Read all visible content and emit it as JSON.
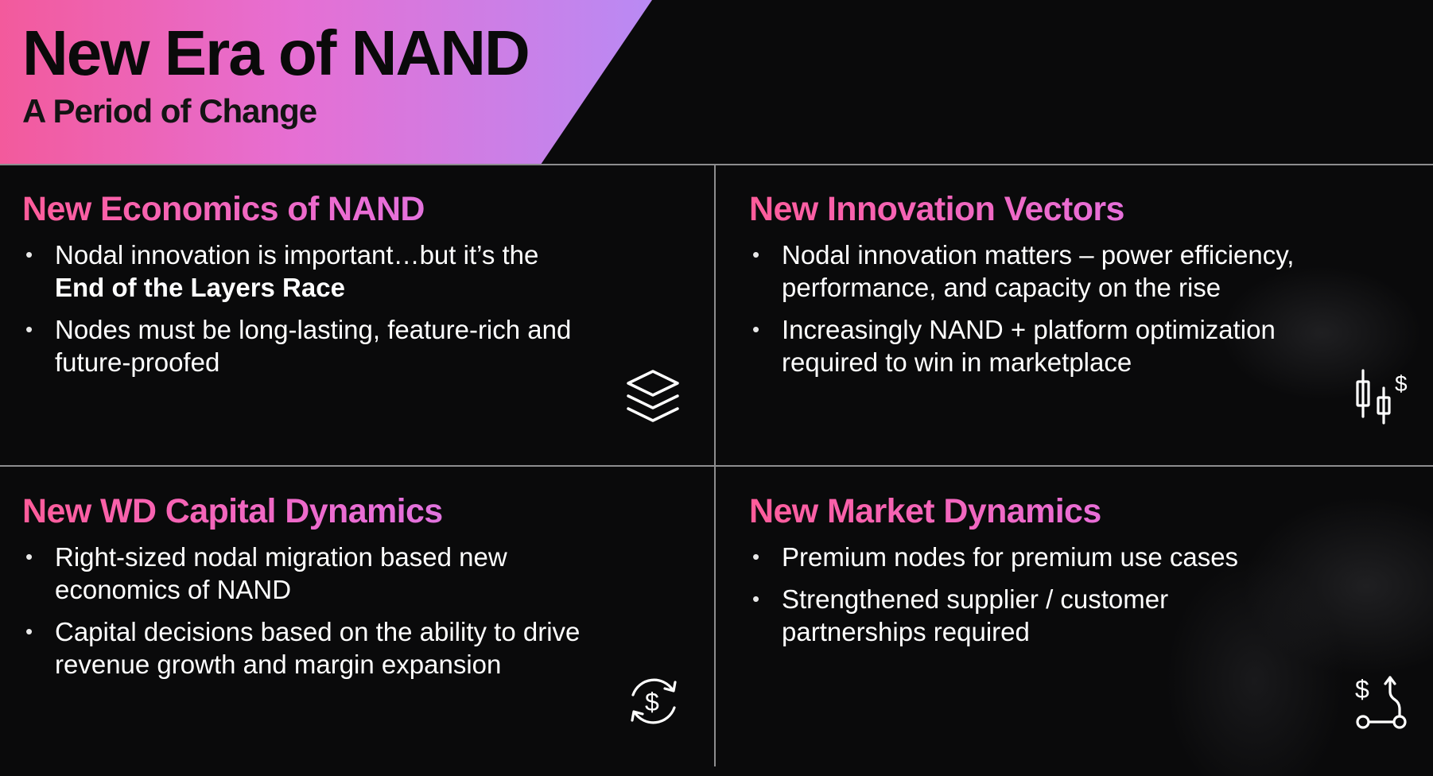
{
  "header": {
    "title": "New Era of NAND",
    "subtitle": "A Period of Change"
  },
  "quadrants": [
    {
      "heading": "New Economics of NAND",
      "bullets": [
        {
          "pre": "Nodal innovation is important…but it’s the",
          "bold": "End of the Layers Race"
        },
        {
          "text": "Nodes must be long-lasting, feature-rich and future-proofed"
        }
      ],
      "icon": "layers-icon"
    },
    {
      "heading": "New Innovation Vectors",
      "bullets": [
        {
          "text": "Nodal innovation matters – power efficiency, performance, and capacity on the rise"
        },
        {
          "text": "Increasingly NAND + platform optimization required to win in marketplace"
        }
      ],
      "icon": "candlestick-dollar-icon"
    },
    {
      "heading": "New WD Capital Dynamics",
      "bullets": [
        {
          "text": "Right-sized nodal migration based new economics of NAND"
        },
        {
          "text": "Capital decisions based on the ability to drive revenue growth and margin expansion"
        }
      ],
      "icon": "dollar-cycle-icon"
    },
    {
      "heading": "New Market Dynamics",
      "bullets": [
        {
          "text": "Premium nodes for premium use cases"
        },
        {
          "text": "Strengthened supplier / customer partnerships required"
        }
      ],
      "icon": "dollar-route-icon"
    }
  ],
  "colors": {
    "background": "#0a0a0b",
    "banner_gradient": [
      "#f35a9c",
      "#e66fd3",
      "#b98af4"
    ],
    "heading_gradient": [
      "#ff5c9a",
      "#e86ed8",
      "#c58af5"
    ],
    "divider": "#8d8d8f",
    "body_text": "#ffffff"
  }
}
